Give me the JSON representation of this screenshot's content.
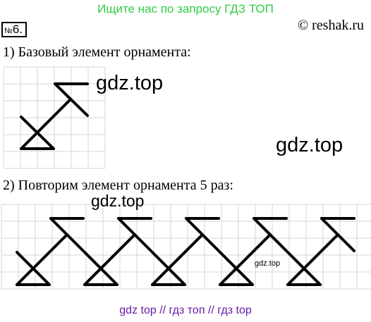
{
  "top_banner": "Ищите нас по запросу ГДЗ ТОП",
  "task": {
    "sign": "№",
    "number": "6."
  },
  "copyright": "© reshak.ru",
  "section1": {
    "heading": "1) Базовый элемент орнамента:"
  },
  "section2": {
    "heading": "2) Повторим элемент орнамента 5 раз:"
  },
  "watermarks": [
    "gdz.top",
    "gdz.top",
    "gdz.top",
    "gdz.top"
  ],
  "bottom_banner": "gdz top  //  гдз топ  //  гдз top",
  "colors": {
    "banner_green": "#2fcd45",
    "banner_purple": "#6a1aa8",
    "grid": "#d6d6d6",
    "ink": "#000000"
  },
  "ornament": {
    "repeat_count": 5
  }
}
